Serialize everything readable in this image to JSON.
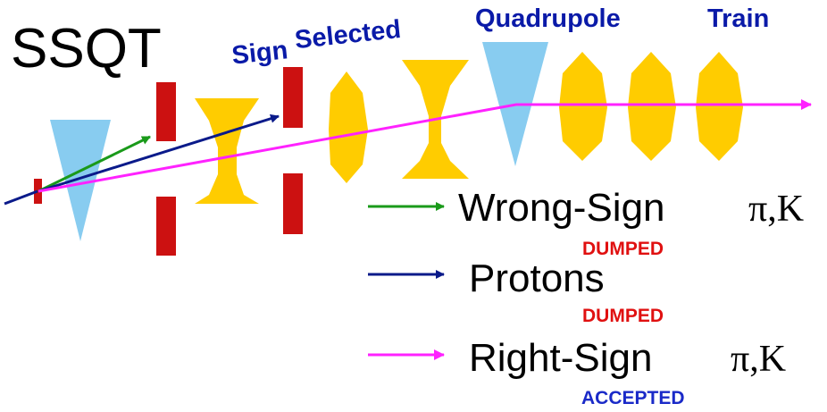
{
  "title": "SSQT",
  "subtitle_part1": "Sign",
  "subtitle_part2": "Selected",
  "subtitle_part3": "Quadrupole",
  "subtitle_part4": "Train",
  "legend": [
    {
      "label": "Wrong-Sign",
      "symbol": "π,K",
      "status": "DUMPED",
      "arrow_color": "#1a9a1a",
      "status_color": "#e01010"
    },
    {
      "label": "Protons",
      "symbol": "",
      "status": "DUMPED",
      "arrow_color": "#0a1a8a",
      "status_color": "#e01010"
    },
    {
      "label": "Right-Sign",
      "symbol": "π,K",
      "status": "ACCEPTED",
      "arrow_color": "#ff22ff",
      "status_color": "#1a2ac8"
    }
  ],
  "colors": {
    "target": "#cc1111",
    "collimator": "#cc1111",
    "focusing_quad": "#ffcc00",
    "defocusing_quad": "#ffcc00",
    "bend_magnet": "#88ccf0"
  }
}
